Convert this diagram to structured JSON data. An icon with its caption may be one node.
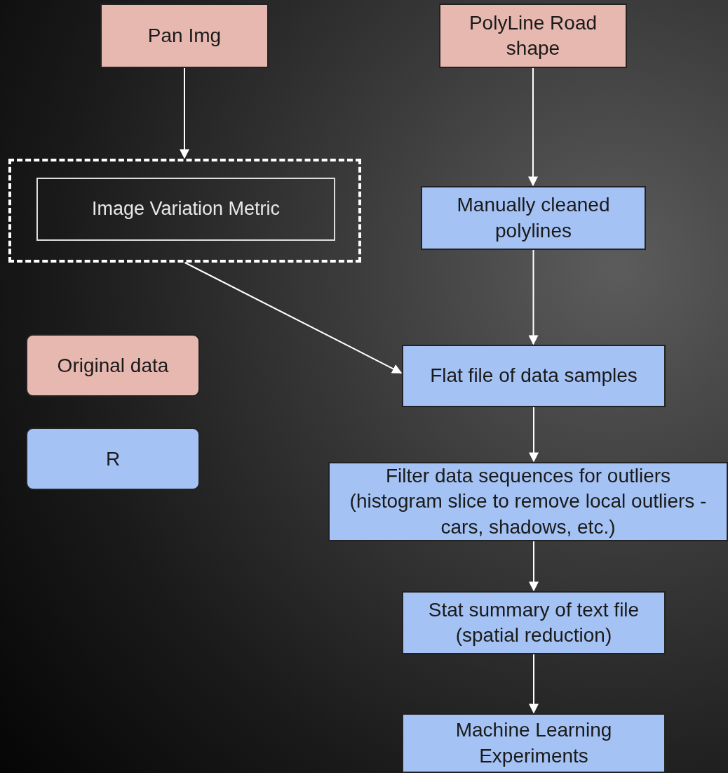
{
  "diagram": {
    "nodes": [
      {
        "text": [
          "Pan Img"
        ]
      },
      {
        "text": [
          "PolyLine Road shape"
        ]
      },
      {
        "text": [],
        "shape": "box"
      },
      {
        "text": [
          "Image Variation Metric"
        ],
        "in": 2
      },
      {
        "text": [
          "Manually cleaned polylines"
        ]
      },
      {
        "text": [
          "Flat file of data samples"
        ]
      },
      {
        "text": [
          "Filter data sequences for outliers (histogram slice to remove local outliers - cars, shadows, etc.)"
        ]
      },
      {
        "text": [
          "Stat summary of text file (spatial reduction)"
        ]
      },
      {
        "text": [
          "Machine Learning Experiments"
        ]
      }
    ],
    "edges": [
      {
        "from": 0,
        "to": 2,
        "arrow": "to"
      },
      {
        "from": 1,
        "to": 4,
        "arrow": "to"
      },
      {
        "from": 2,
        "to": 5,
        "arrow": "to"
      },
      {
        "from": 4,
        "to": 5,
        "arrow": "to"
      },
      {
        "from": 5,
        "to": 6,
        "arrow": "to"
      },
      {
        "from": 6,
        "to": 7,
        "arrow": "to"
      },
      {
        "from": 7,
        "to": 8,
        "arrow": "to"
      }
    ],
    "legend": [
      {
        "text": "Original data",
        "color": "#e6b8af"
      },
      {
        "text": "R",
        "color": "#a4c2f4"
      }
    ]
  }
}
